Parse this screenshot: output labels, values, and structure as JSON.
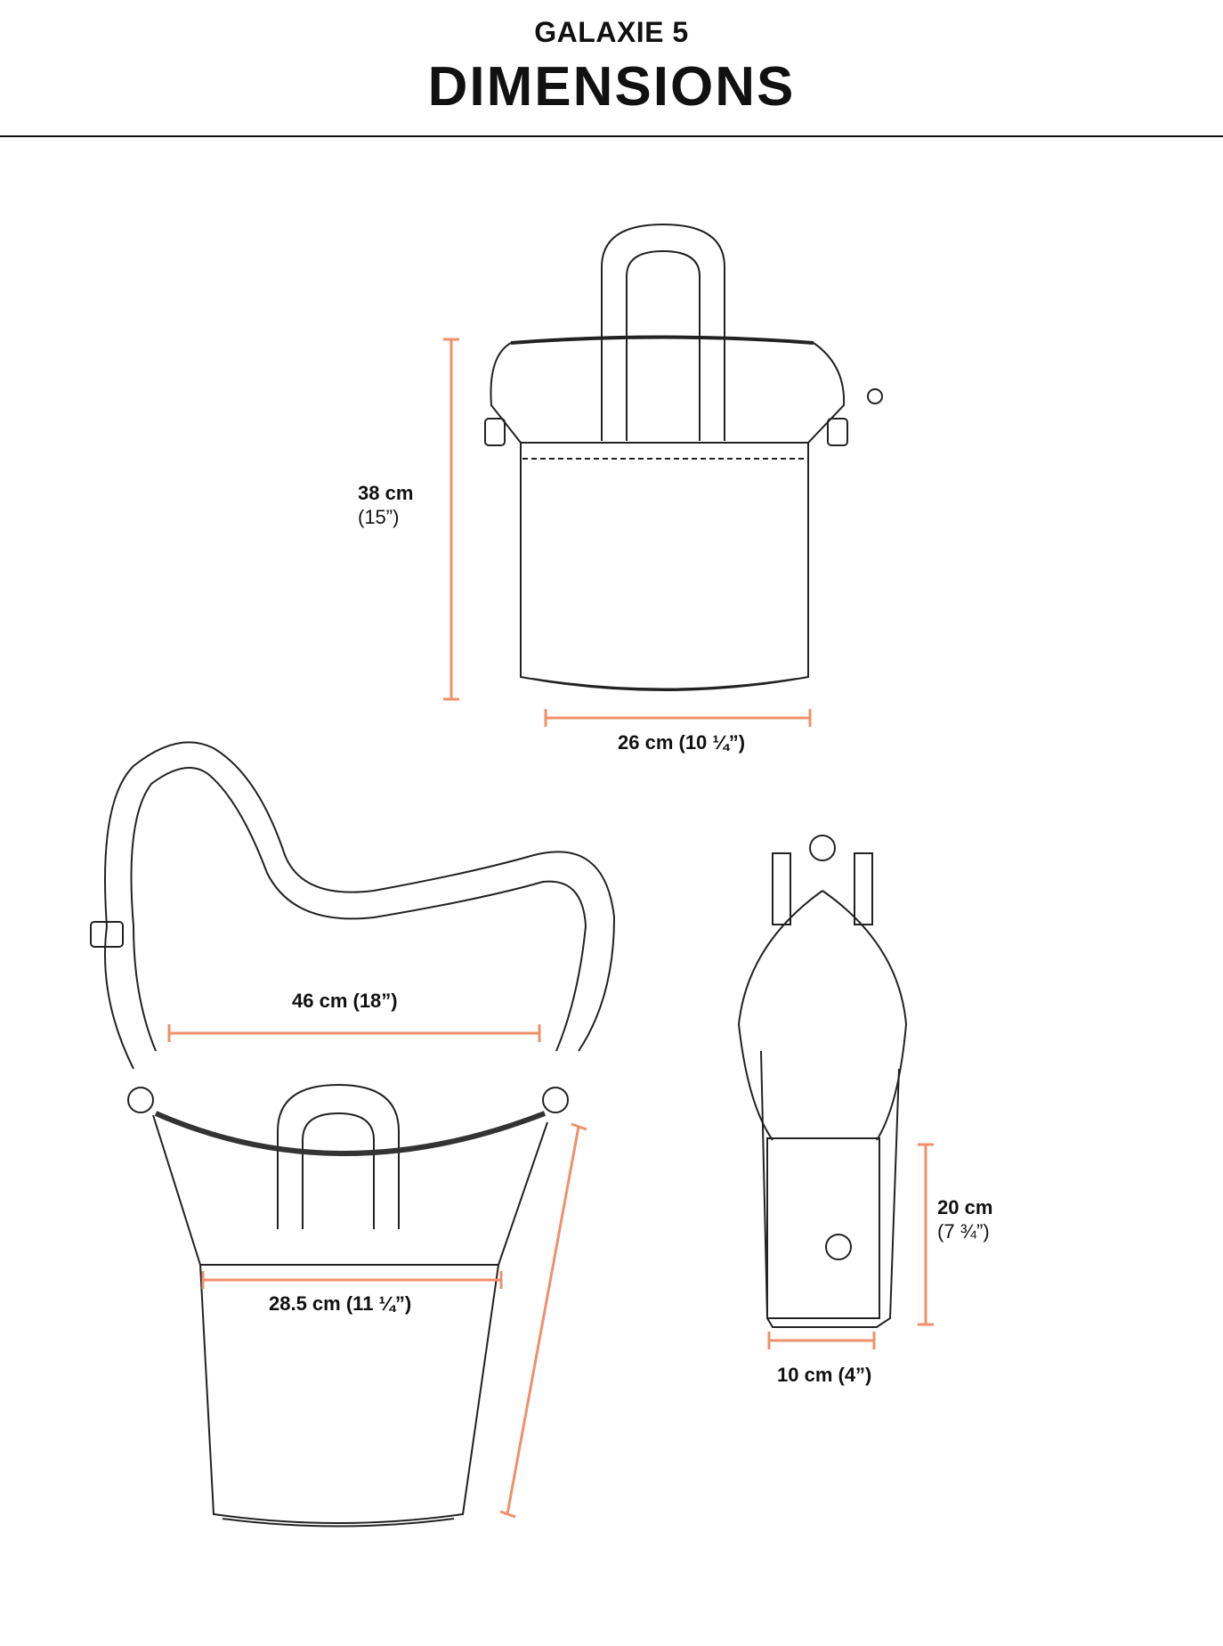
{
  "header": {
    "subtitle": "GALAXIE 5",
    "title": "DIMENSIONS"
  },
  "colors": {
    "dimension_line": "#F0906A",
    "outline": "#222222"
  },
  "views": {
    "front": {
      "height_label": "38 cm",
      "height_sub": "(15”)",
      "width_label": "26 cm (10 ¼”)"
    },
    "strap": {
      "strap_label": "46 cm (18”)",
      "top_width_label": "28.5 cm (11 ¼”)"
    },
    "side": {
      "height_label": "20 cm",
      "height_sub": "(7 ¾”)",
      "depth_label": "10 cm (4”)"
    }
  }
}
